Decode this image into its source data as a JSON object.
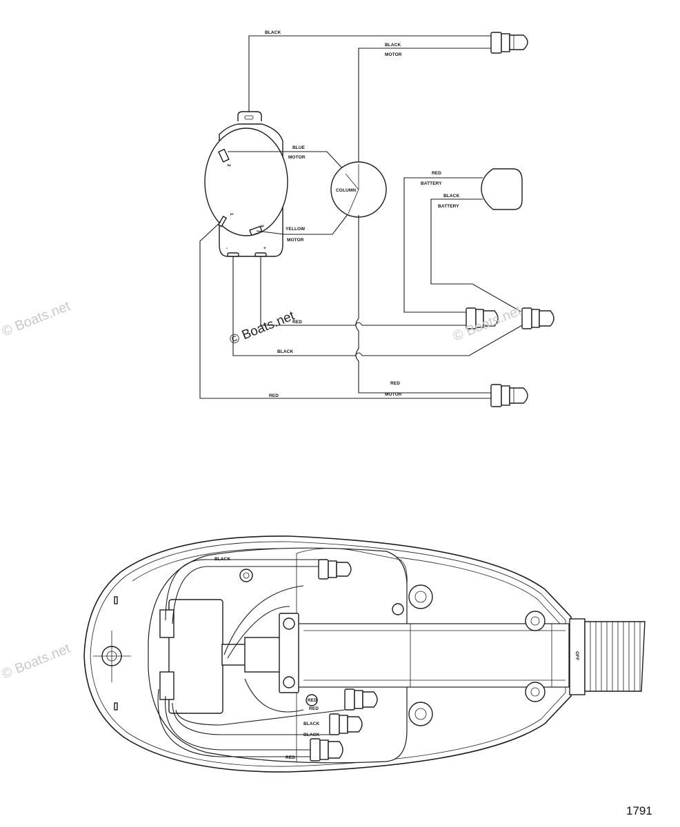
{
  "schematic": {
    "top_connector_wire": "BLACK",
    "motor_black_wire": "BLACK",
    "motor_black_label": "MOTOR",
    "blue_wire": "BLUE",
    "blue_label": "MOTOR",
    "yellow_wire": "YELLOW",
    "yellow_label": "MOTOR",
    "column_label": "COLUMN",
    "battery_red_wire": "RED",
    "battery_red_label": "BATTERY",
    "battery_black_wire": "BLACK",
    "battery_black_label": "BATTERY",
    "switch_red_wire": "RED",
    "switch_black_wire": "BLACK",
    "motor_red_wire": "RED",
    "motor_red_label": "MOTOR",
    "bottom_red_wire": "RED",
    "terminal_minus": "-",
    "terminal_plus": "+",
    "terminal_1": "1",
    "terminal_2": "2",
    "terminal_3": "3"
  },
  "assembly": {
    "black_label_top": "BLACK",
    "red_label_1": "RED",
    "red_label_2": "RED",
    "black_label_2": "BLACK",
    "black_label_3": "BLACK",
    "red_label_bottom": "RED",
    "off_label": "OFF"
  },
  "watermarks": {
    "main": "© Boats.net",
    "faint": "© Boats.net"
  },
  "figure_number": "1791"
}
